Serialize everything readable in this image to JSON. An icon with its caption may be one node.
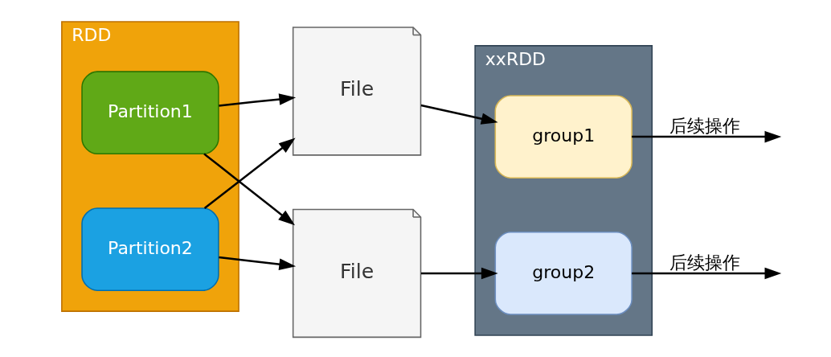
{
  "diagram": {
    "nodes": [
      {
        "text": [
          "RDD"
        ]
      },
      {
        "text": [
          "Partition1"
        ],
        "in": 0
      },
      {
        "text": [
          "Partition2"
        ],
        "in": 0
      },
      {
        "text": [
          "File"
        ]
      },
      {
        "text": [
          "File"
        ]
      },
      {
        "text": [
          "xxRDD"
        ]
      },
      {
        "text": [
          "group1"
        ],
        "in": 5
      },
      {
        "text": [
          "group2"
        ],
        "in": 5
      }
    ],
    "edges": [
      {
        "from": 1,
        "to": 3,
        "arrow": "to"
      },
      {
        "from": 1,
        "to": 4,
        "arrow": "to"
      },
      {
        "from": 2,
        "to": 3,
        "arrow": "to"
      },
      {
        "from": 2,
        "to": 4,
        "arrow": "to"
      },
      {
        "from": 3,
        "to": 6,
        "arrow": "to"
      },
      {
        "from": 4,
        "to": 7,
        "arrow": "to"
      },
      {
        "from": 6,
        "to": null,
        "arrow": "to",
        "label": "后续操作"
      },
      {
        "from": 7,
        "to": null,
        "arrow": "to",
        "label": "后续操作"
      }
    ]
  }
}
